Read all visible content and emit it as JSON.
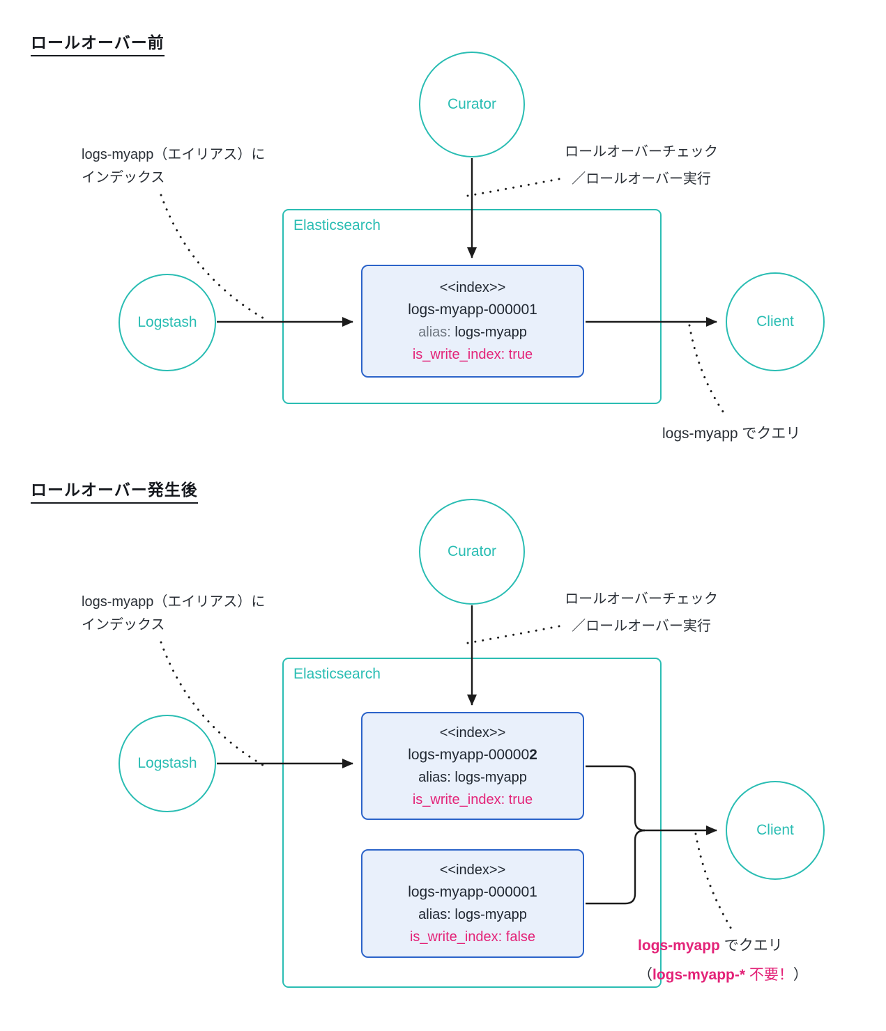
{
  "colors": {
    "teal": "#2abdb3",
    "index_border": "#2b63c9",
    "index_bg": "#e9f0fb",
    "pink": "#e32378",
    "text": "#212832",
    "muted": "#6e7680"
  },
  "sections": [
    {
      "title": "ロールオーバー前",
      "nodes": {
        "curator": "Curator",
        "logstash": "Logstash",
        "client": "Client",
        "elasticsearch": "Elasticsearch"
      },
      "left_note": {
        "line1": "logs-myapp（エイリアス）に",
        "line2": "インデックス"
      },
      "right_note": {
        "line1": "ロールオーバーチェック",
        "line2": "／ロールオーバー実行"
      },
      "indexes": [
        {
          "stereotype": "<<index>>",
          "name": "logs-myapp-000001",
          "name_bold": "",
          "alias_label": "alias:",
          "alias_value": " logs-myapp",
          "write_flag": "is_write_index: true"
        }
      ],
      "query_note": {
        "line1_highlight": "",
        "line1_rest": "logs-myapp でクエリ"
      }
    },
    {
      "title": "ロールオーバー発生後",
      "nodes": {
        "curator": "Curator",
        "logstash": "Logstash",
        "client": "Client",
        "elasticsearch": "Elasticsearch"
      },
      "left_note": {
        "line1": "logs-myapp（エイリアス）に",
        "line2": "インデックス"
      },
      "right_note": {
        "line1": "ロールオーバーチェック",
        "line2": "／ロールオーバー実行"
      },
      "indexes": [
        {
          "stereotype": "<<index>>",
          "name": "logs-myapp-00000",
          "name_bold": "2",
          "alias_label": "alias:",
          "alias_value": " logs-myapp",
          "write_flag": "is_write_index: true"
        },
        {
          "stereotype": "<<index>>",
          "name": "logs-myapp-000001",
          "name_bold": "",
          "alias_label": "alias:",
          "alias_value": " logs-myapp",
          "write_flag": "is_write_index: false"
        }
      ],
      "query_note": {
        "line1_highlight": "logs-myapp",
        "line1_rest": " でクエリ",
        "line2_open": "（",
        "line2_highlight": "logs-myapp-*",
        "line2_note": " 不要！",
        "line2_close": "）"
      }
    }
  ]
}
